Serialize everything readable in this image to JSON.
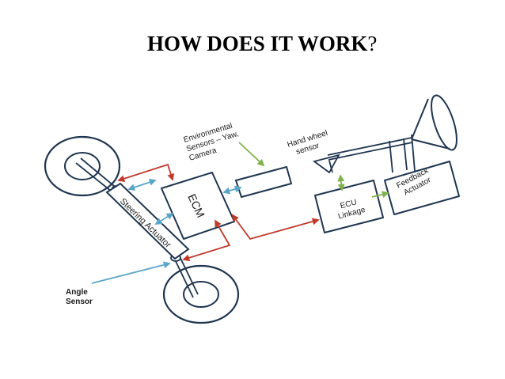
{
  "title": {
    "main": "HOW DOES IT WORK",
    "punct": "?"
  },
  "labels": {
    "env_line1": "Environmental",
    "env_line2": "Sensors – Yaw,",
    "env_line3": "Camera",
    "hand_line1": "Hand wheel",
    "hand_line2": "sensor",
    "ecm": "ECM",
    "steering_actuator": "Steering Actuator",
    "ecu_line1": "ECU",
    "ecu_line2": "Linkage",
    "feedback_line1": "Feedback",
    "feedback_line2": "Actuator",
    "angle_line1": "Angle",
    "angle_line2": "Sensor"
  },
  "colors": {
    "outline": "#1f3550",
    "red_arrow": "#c0392b",
    "blue_arrow": "#5aa6c8",
    "green_arrow": "#7fb34a"
  }
}
